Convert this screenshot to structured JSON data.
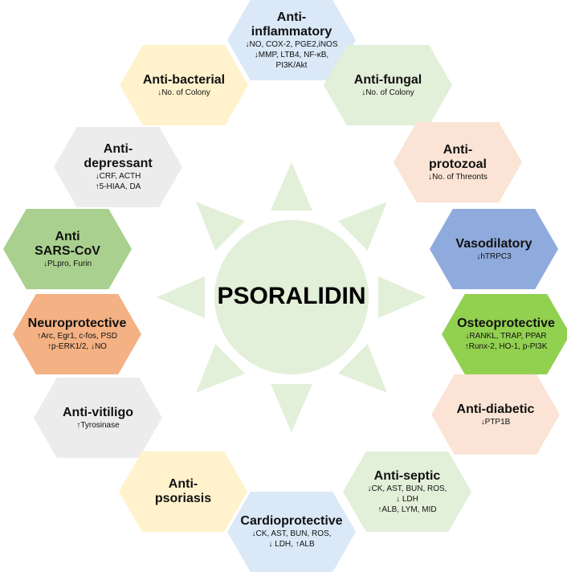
{
  "center": {
    "label": "PSORALIDIN"
  },
  "colors": {
    "circle": "#e2efd9",
    "rays": "#e2efd9",
    "blue": "#dae8f7",
    "yellow": "#fff2cc",
    "green": "#e2efd9",
    "gray": "#ececec",
    "peach": "#fbe4d5",
    "darkgreen": "#a9d08e",
    "orange": "#f4b183",
    "steelblue": "#8faadc",
    "midgreen": "#92d050"
  },
  "activities": [
    {
      "id": "anti-inflammatory",
      "title": "Anti-inflammatory",
      "title_lines": [
        "Anti-",
        "inflammatory"
      ],
      "detail_lines": [
        "↓NO, COX-2, PGE2,iNOS",
        "↓MMP, LTB4, NF-κB,",
        "PI3K/Akt"
      ],
      "color": "blue"
    },
    {
      "id": "anti-bacterial",
      "title": "Anti-bacterial",
      "title_lines": [
        "Anti-bacterial"
      ],
      "detail_lines": [
        "↓No. of Colony"
      ],
      "color": "yellow"
    },
    {
      "id": "anti-fungal",
      "title": "Anti-fungal",
      "title_lines": [
        "Anti-fungal"
      ],
      "detail_lines": [
        "↓No. of Colony"
      ],
      "color": "green"
    },
    {
      "id": "anti-depressant",
      "title": "Anti-depressant",
      "title_lines": [
        "Anti-",
        "depressant"
      ],
      "detail_lines": [
        "↓CRF, ACTH",
        "↑5-HIAA, DA"
      ],
      "color": "gray"
    },
    {
      "id": "anti-protozoal",
      "title": "Anti-protozoal",
      "title_lines": [
        "Anti-",
        "protozoal"
      ],
      "detail_lines": [
        "↓No. of Threonts"
      ],
      "color": "peach"
    },
    {
      "id": "anti-sars-cov",
      "title": "Anti SARS-CoV",
      "title_lines": [
        "Anti",
        "SARS-CoV"
      ],
      "detail_lines": [
        "↓PLpro, Furin"
      ],
      "color": "darkgreen"
    },
    {
      "id": "vasodilatory",
      "title": "Vasodilatory",
      "title_lines": [
        "Vasodilatory"
      ],
      "detail_lines": [
        "↓hTRPC3"
      ],
      "color": "steelblue"
    },
    {
      "id": "neuroprotective",
      "title": "Neuroprotective",
      "title_lines": [
        "Neuroprotective"
      ],
      "detail_lines": [
        "↑Arc, Egr1, c-fos, PSD",
        "↑p-ERK1/2, ↓NO"
      ],
      "color": "orange"
    },
    {
      "id": "osteoprotective",
      "title": "Osteoprotective",
      "title_lines": [
        "Osteoprotective"
      ],
      "detail_lines": [
        "↓RANKL, TRAP, PPAR",
        "↑Runx-2, HO-1, p-PI3K"
      ],
      "color": "midgreen"
    },
    {
      "id": "anti-vitiligo",
      "title": "Anti-vitiligo",
      "title_lines": [
        "Anti-vitiligo"
      ],
      "detail_lines": [
        "↑Tyrosinase"
      ],
      "color": "gray"
    },
    {
      "id": "anti-diabetic",
      "title": "Anti-diabetic",
      "title_lines": [
        "Anti-diabetic"
      ],
      "detail_lines": [
        "↓PTP1B"
      ],
      "color": "peach"
    },
    {
      "id": "anti-psoriasis",
      "title": "Anti-psoriasis",
      "title_lines": [
        "Anti-",
        "psoriasis"
      ],
      "detail_lines": [],
      "color": "yellow"
    },
    {
      "id": "anti-septic",
      "title": "Anti-septic",
      "title_lines": [
        "Anti-septic"
      ],
      "detail_lines": [
        "↓CK, AST, BUN, ROS,",
        "↓ LDH",
        "↑ALB, LYM, MID"
      ],
      "color": "green"
    },
    {
      "id": "cardioprotective",
      "title": "Cardioprotective",
      "title_lines": [
        "Cardioprotective"
      ],
      "detail_lines": [
        "↓CK, AST, BUN, ROS,",
        "↓ LDH, ↑ALB"
      ],
      "color": "blue"
    }
  ]
}
